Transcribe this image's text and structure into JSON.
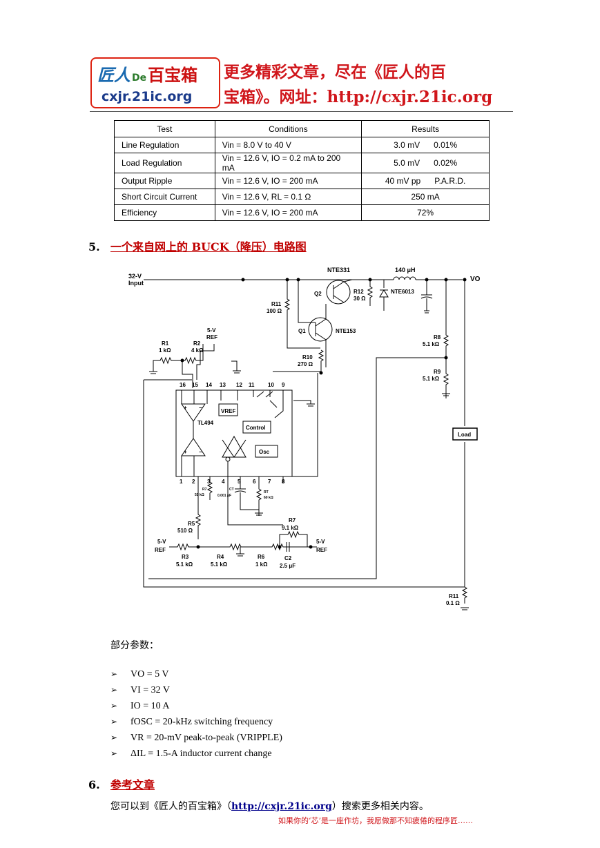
{
  "header": {
    "logo_text": "匠人",
    "logo_de": "De",
    "logo_text2": "百宝箱",
    "logo_url": "cxjr.21ic.org",
    "banner_line1": "更多精彩文章，尽在《匠人的百",
    "banner_line2": "宝箱》。网址：http://cxjr.21ic.org"
  },
  "table": {
    "headers": [
      "Test",
      "Conditions",
      "Results"
    ],
    "rows": [
      {
        "test": "Line Regulation",
        "cond": "Vin = 8.0 V to 40 V",
        "result": "3.0 mV      0.01%"
      },
      {
        "test": "Load Regulation",
        "cond": "Vin = 12.6 V, IO = 0.2 mA to 200 mA",
        "result": "5.0 mV      0.02%"
      },
      {
        "test": "Output Ripple",
        "cond": "Vin = 12.6 V, IO = 200 mA",
        "result": "40 mV pp      P.A.R.D."
      },
      {
        "test": "Short Circuit Current",
        "cond": "Vin = 12.6 V, RL = 0.1 Ω",
        "result": "250 mA"
      },
      {
        "test": "Efficiency",
        "cond": "Vin = 12.6 V, IO = 200 mA",
        "result": "72%"
      }
    ]
  },
  "section5": {
    "num": "5.",
    "title": "一个来自网上的 BUCK（降压）电路图"
  },
  "circuit": {
    "input": "32-V",
    "input2": "Input",
    "q2_part": "NTE331",
    "q2": "Q2",
    "inductor": "140 μH",
    "vo": "VO",
    "r12": "R12",
    "r12v": "30 Ω",
    "diode": "NTE6013",
    "r11": "R11",
    "r11v": "100 Ω",
    "q1": "Q1",
    "q1_part": "NTE153",
    "ref5v": "5-V",
    "ref": "REF",
    "r1": "R1",
    "r1v": "1 kΩ",
    "r2": "R2",
    "r2v": "4 kΩ",
    "r10": "R10",
    "r10v": "270 Ω",
    "r8": "R8",
    "r8v": "5.1 kΩ",
    "r9": "R9",
    "r9v": "5.1 kΩ",
    "ic": "TL494",
    "vref": "VREF",
    "control": "Control",
    "osc": "Osc",
    "load": "Load",
    "pins_top": [
      "16",
      "15",
      "14",
      "13",
      "12",
      "11",
      "10",
      "9"
    ],
    "pins_bottom": [
      "1",
      "2",
      "3",
      "4",
      "5",
      "6",
      "7",
      "8"
    ],
    "ct": "CT",
    "ctv": "0.001 μF",
    "rt": "RT",
    "rtv": "60 kΩ",
    "r7s": "R7",
    "r7sv": "51 kΩ",
    "r5": "R5",
    "r5v": "510 Ω",
    "r7": "R7",
    "r7v": "9.1 kΩ",
    "r3": "R3",
    "r3v": "5.1 kΩ",
    "r4": "R4",
    "r4v": "5.1 kΩ",
    "r6": "R6",
    "r6v": "1 kΩ",
    "c2": "C2",
    "c2v": "2.5 μF",
    "r11b": "R11",
    "r11bv": "0.1 Ω"
  },
  "params_heading": "部分参数：",
  "params": [
    "VO = 5 V",
    "VI = 32 V",
    "IO = 10 A",
    "fOSC = 20-kHz switching frequency",
    "VR = 20-mV peak-to-peak (VRIPPLE)",
    "ΔIL = 1.5-A inductor current change"
  ],
  "bullet": "➢",
  "section6": {
    "num": "6.",
    "title": "参考文章"
  },
  "ref_text_before": "您可以到《匠人的百宝箱》（",
  "ref_link": "http://cxjr.21ic.org",
  "ref_text_after": "）搜索更多相关内容。",
  "footer": "如果你的‘芯’是一座作坊，我愿做那不知疲倦的程序匠……"
}
